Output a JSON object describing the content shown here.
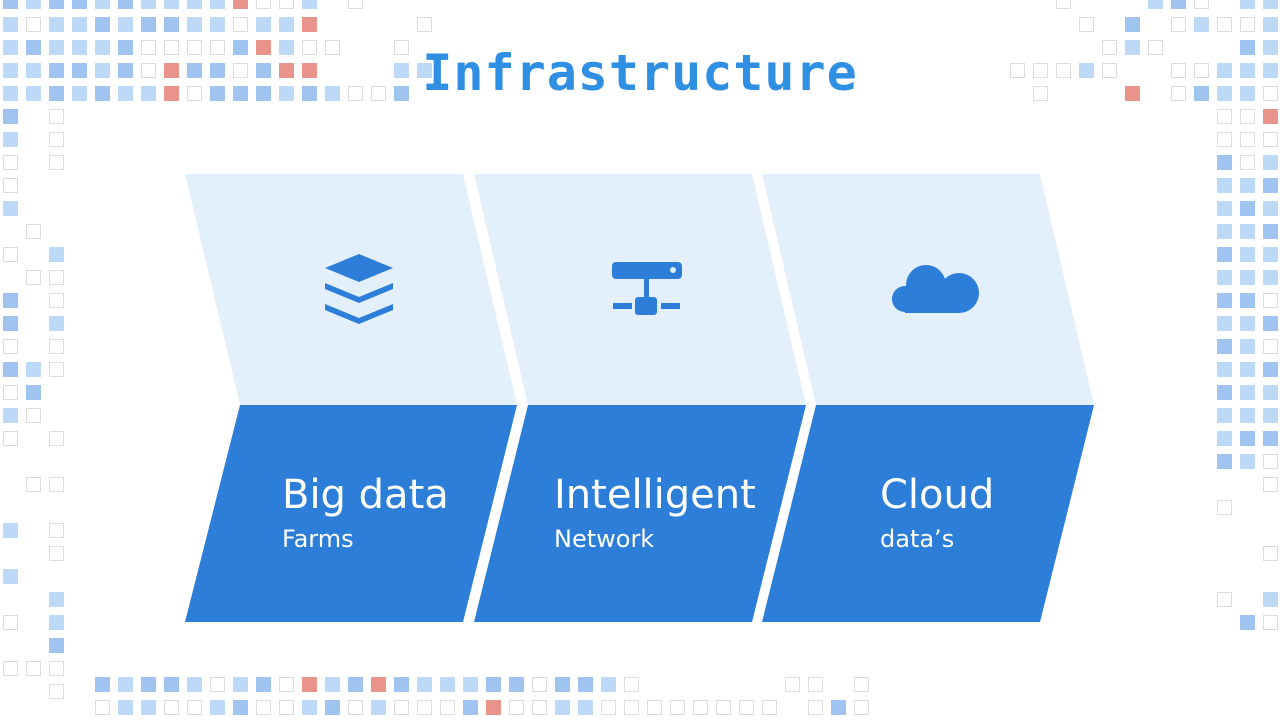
{
  "title": "Infrastructure",
  "colors": {
    "accent": "#2c7ed8",
    "panel_light": "#e3effa",
    "title": "#2f8fe3",
    "tile_blue": "#9fc4ef",
    "tile_light": "#bcdaf8",
    "tile_red": "#e8948a",
    "tile_outline": "#dcdcdc"
  },
  "cards": [
    {
      "title": "Big data",
      "subtitle": "Farms",
      "icon": "layers-icon"
    },
    {
      "title": "Intelligent",
      "subtitle": "Network",
      "icon": "network-icon"
    },
    {
      "title": "Cloud",
      "subtitle": "data’s",
      "icon": "cloud-icon"
    }
  ]
}
